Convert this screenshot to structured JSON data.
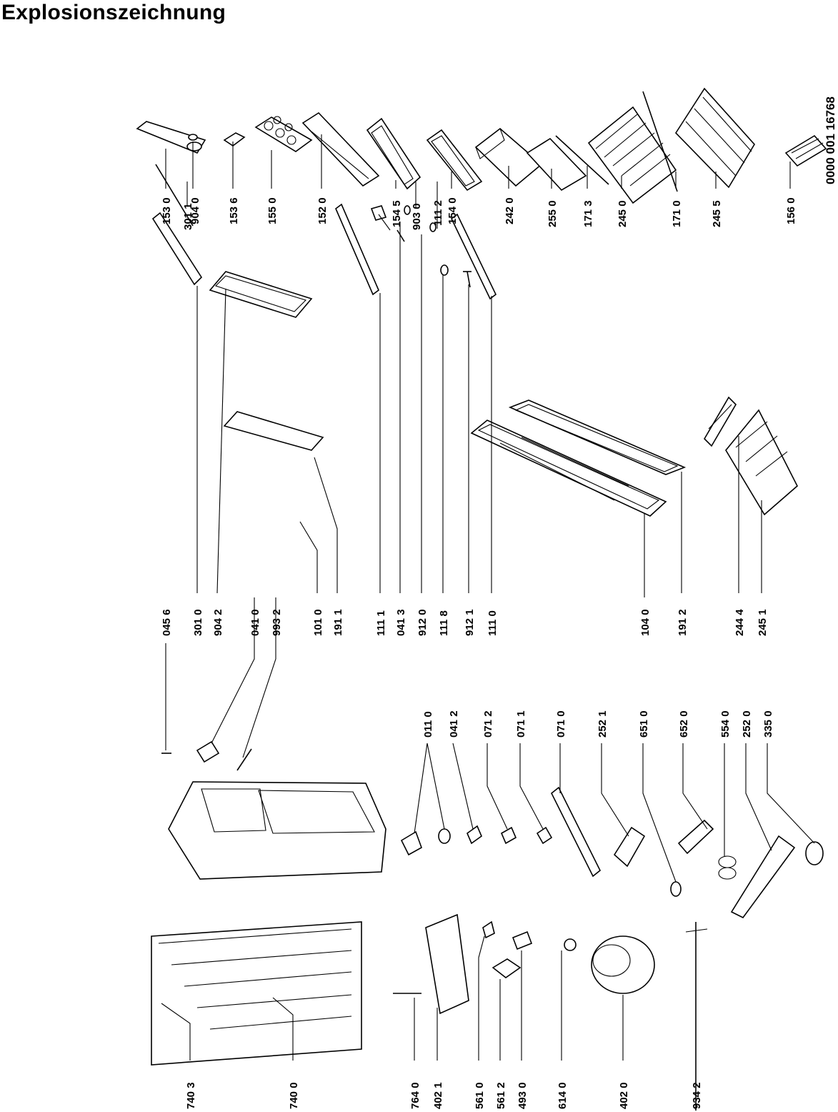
{
  "title": "Explosionszeichnung",
  "document_number": "0000 001 16768",
  "part_labels": [
    "153 0",
    "904 0",
    "153 6",
    "155 0",
    "152 0",
    "154 5",
    "154 0",
    "242 0",
    "255 0",
    "171 3",
    "245 0",
    "171 0",
    "245 5",
    "156 0",
    "301 1",
    "903 0",
    "111 2",
    "045 6",
    "301 0",
    "904 2",
    "041 0",
    "993 2",
    "101 0",
    "191 1",
    "111 1",
    "041 3",
    "912 0",
    "111 8",
    "912 1",
    "111 0",
    "104 0",
    "191 2",
    "244 4",
    "245 1",
    "011 0",
    "041 2",
    "071 2",
    "071 1",
    "071 0",
    "252 1",
    "651 0",
    "652 0",
    "554 0",
    "252 0",
    "335 0",
    "740 3",
    "740 0",
    "764 0",
    "402 1",
    "561 0",
    "561 2",
    "493 0",
    "614 0",
    "402 0",
    "934 2"
  ]
}
